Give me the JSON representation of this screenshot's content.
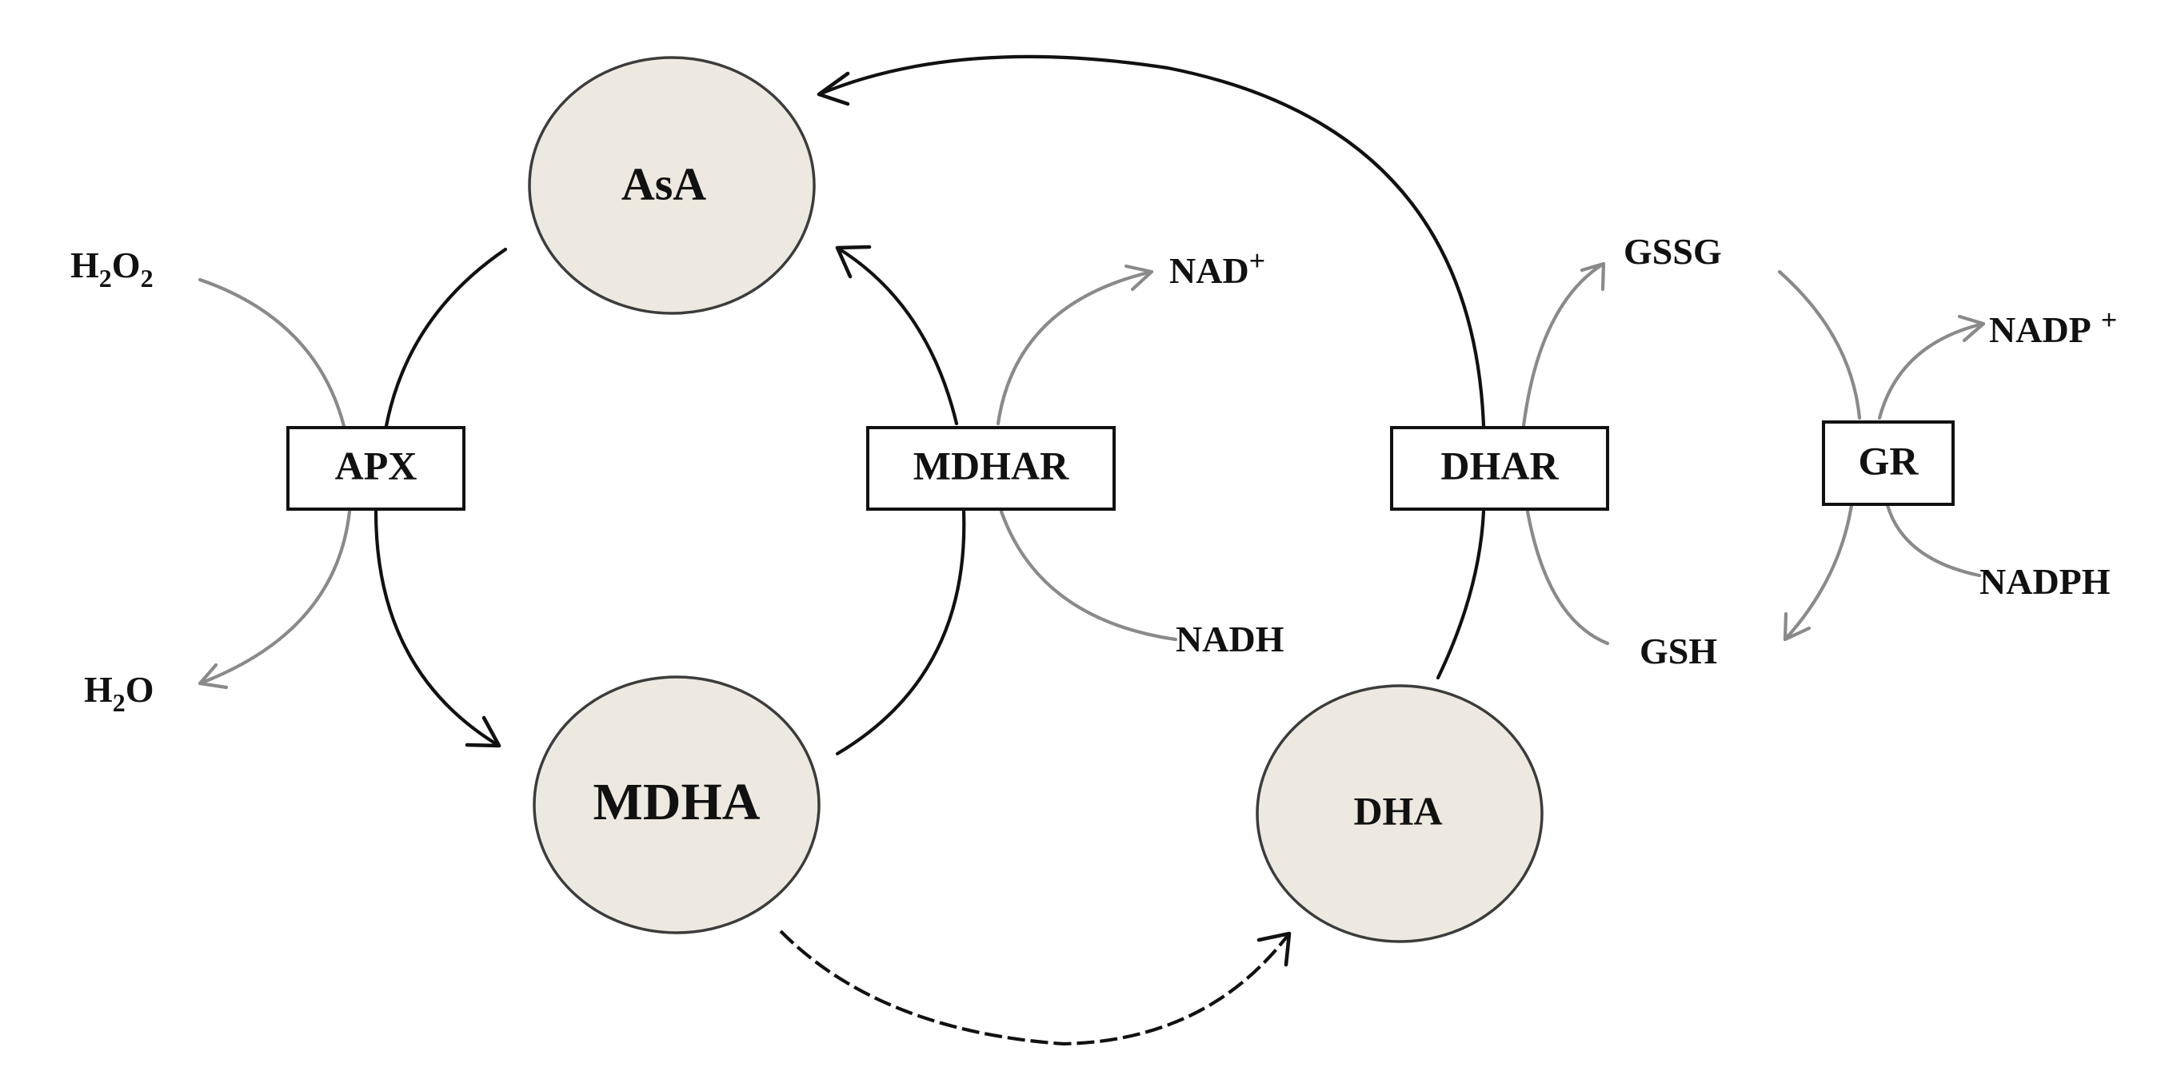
{
  "nodes": {
    "asa": "AsA",
    "mdha": "MDHA",
    "dha": "DHA"
  },
  "enzymes": {
    "apx": "APX",
    "mdhar": "MDHAR",
    "dhar": "DHAR",
    "gr": "GR"
  },
  "cofactors": {
    "h2o2": {
      "base1": "H",
      "sub1": "2",
      "base2": "O",
      "sub2": "2"
    },
    "h2o": {
      "base1": "H",
      "sub1": "2",
      "base2": "O"
    },
    "nad_plus": {
      "base": "NAD",
      "sup": "+"
    },
    "nadh": "NADH",
    "gssg": "GSSG",
    "gsh": "GSH",
    "nadp_plus": {
      "base": "NADP",
      "sup": "+"
    },
    "nadph": "NADPH"
  },
  "colors": {
    "node_fill": "#ede9e0",
    "main_arrow": "#111111",
    "side_arrow": "#8a8a8a"
  }
}
